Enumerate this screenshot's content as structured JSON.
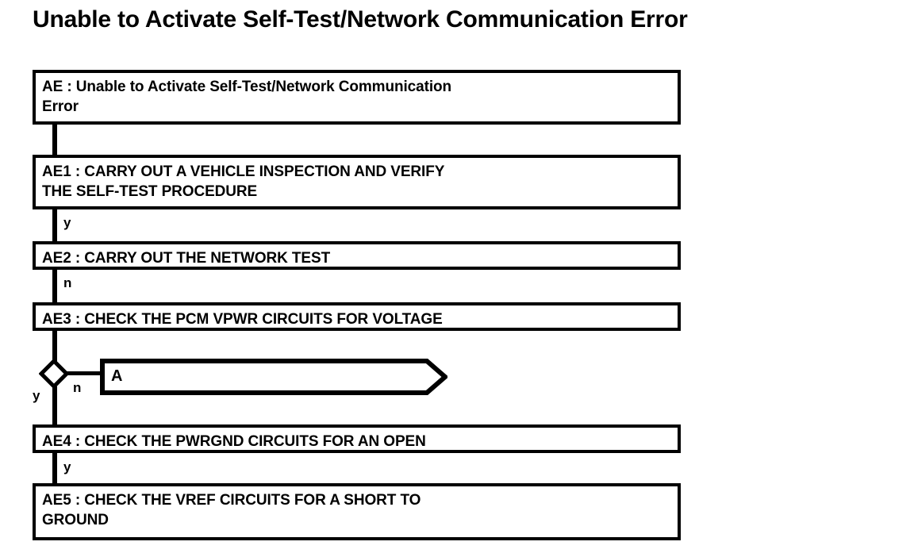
{
  "title": "Unable to Activate Self-Test/Network Communication Error",
  "colors": {
    "stroke": "#000000",
    "fill": "#ffffff",
    "text": "#000000"
  },
  "nodes": [
    {
      "id": "AE",
      "label": "AE : Unable to Activate Self-Test/Network Communication\nError",
      "shape": "rectangle"
    },
    {
      "id": "AE1",
      "label": "AE1 : CARRY OUT A VEHICLE INSPECTION AND VERIFY\nTHE SELF-TEST PROCEDURE",
      "shape": "rectangle"
    },
    {
      "id": "AE2",
      "label": "AE2 : CARRY OUT THE NETWORK TEST",
      "shape": "rectangle"
    },
    {
      "id": "AE3",
      "label": "AE3 : CHECK THE PCM VPWR CIRCUITS FOR VOLTAGE",
      "shape": "rectangle"
    },
    {
      "id": "AE4",
      "label": "AE4 : CHECK THE PWRGND CIRCUITS FOR AN OPEN",
      "shape": "rectangle"
    },
    {
      "id": "AE5",
      "label": "AE5 : CHECK THE VREF CIRCUITS FOR A SHORT TO\nGROUND",
      "shape": "rectangle"
    }
  ],
  "offpage": {
    "label": "A",
    "shape": "pennant"
  },
  "decision": {
    "shape": "diamond",
    "yes_label": "y",
    "no_label": "n"
  },
  "edge_labels": {
    "ae1_to_ae2": "y",
    "ae2_to_ae3": "n",
    "decision_no": "n",
    "decision_yes": "y",
    "ae4_to_ae5": "y"
  }
}
